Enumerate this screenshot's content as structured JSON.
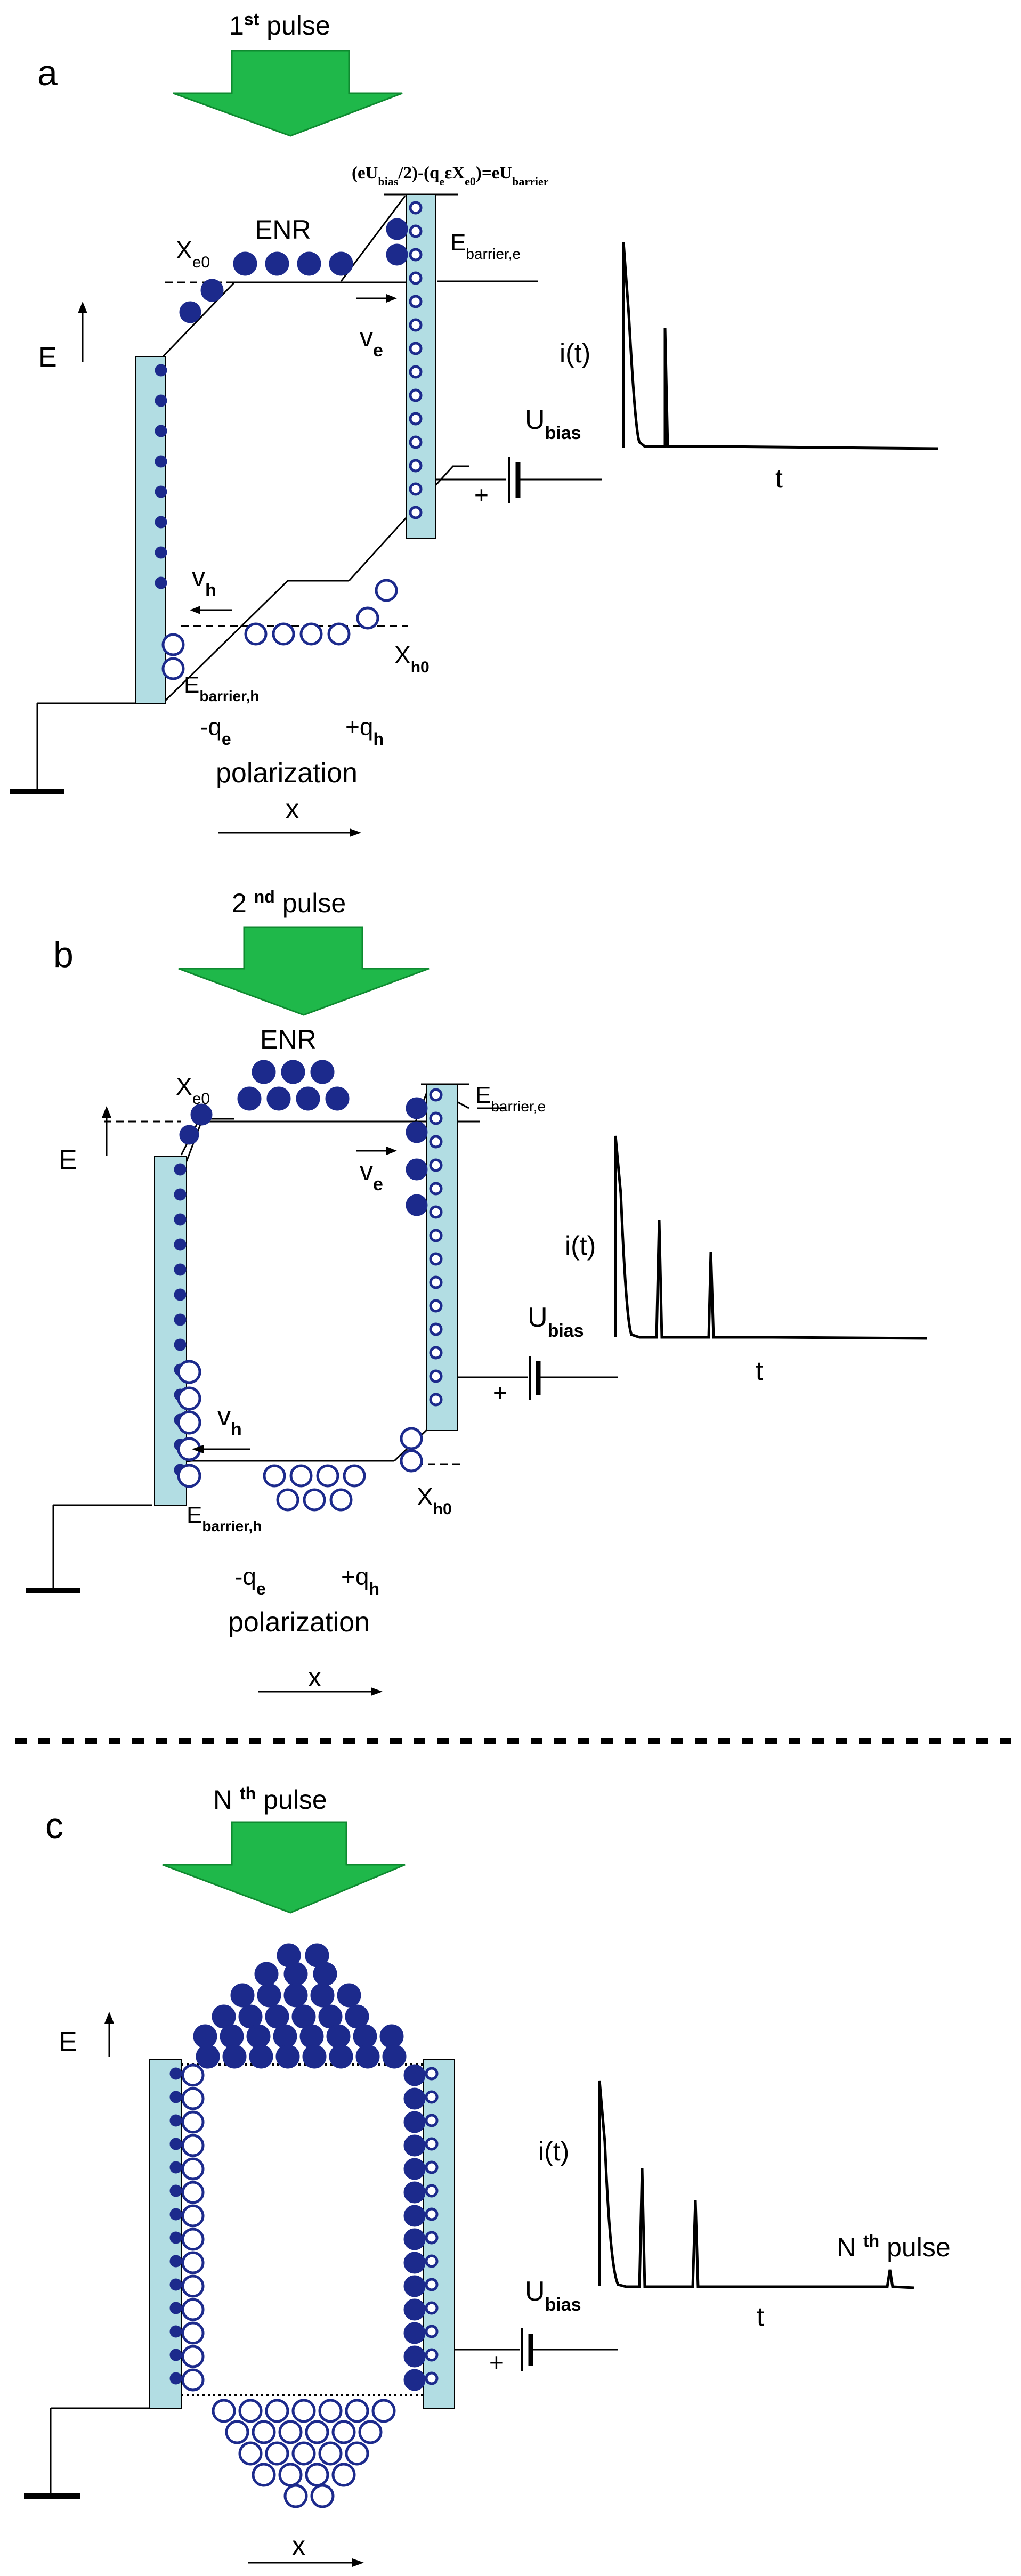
{
  "colors": {
    "bar": "#b2dde3",
    "arrow": "#1fb84a",
    "arrow_edge": "#0f8a30",
    "electron": "#1c2a8c",
    "hole": "#1c2a8c",
    "line": "#000000"
  },
  "panel_a": {
    "letter": "a",
    "pulse_prefix": "1",
    "pulse_sup": "st",
    "pulse_suffix": " pulse",
    "formula": "(eU bias/2)-(q eεX e0)=eU barrier",
    "formula_parts": [
      "(eU",
      "bias",
      "/2)-(q",
      "e",
      "εX",
      "e0",
      ")=eU",
      "barrier"
    ],
    "enr": "ENR",
    "xe0": "X",
    "xe0_sub": "e0",
    "ebarrier_e": "E",
    "ebarrier_e_sub": "barrier,e",
    "ve": "v",
    "ve_sub": "e",
    "E_axis": "E",
    "vh": "v",
    "vh_sub": "h",
    "xh0": "X",
    "xh0_sub": "h0",
    "ebarrier_h": "E",
    "ebarrier_h_sub": "barrier,h",
    "qe": "-q",
    "qe_sub": "e",
    "qh": "+q",
    "qh_sub": "h",
    "polarization": "polarization",
    "x_axis": "x",
    "it": "i(t)",
    "ubias": "U",
    "ubias_sub": "bias",
    "plus": "+",
    "t": "t"
  },
  "panel_b": {
    "letter": "b",
    "pulse_prefix": "2 ",
    "pulse_sup": "nd",
    "pulse_suffix": " pulse",
    "enr": "ENR",
    "xe0": "X",
    "xe0_sub": "e0",
    "ebarrier_e": "E",
    "ebarrier_e_sub": "barrier,e",
    "ve": "v",
    "ve_sub": "e",
    "E_axis": "E",
    "vh": "v",
    "vh_sub": "h",
    "xh0": "X",
    "xh0_sub": "h0",
    "ebarrier_h": "E",
    "ebarrier_h_sub": "barrier,h",
    "qe": "-q",
    "qe_sub": "e",
    "qh": "+q",
    "qh_sub": "h",
    "polarization": "polarization",
    "x_axis": "x",
    "it": "i(t)",
    "ubias": "U",
    "ubias_sub": "bias",
    "plus": "+",
    "t": "t"
  },
  "panel_c": {
    "letter": "c",
    "pulse_prefix": "N ",
    "pulse_sup": "th",
    "pulse_suffix": " pulse",
    "E_axis": "E",
    "x_axis": "x",
    "it": "i(t)",
    "ubias": "U",
    "ubias_sub": "bias",
    "plus": "+",
    "t": "t",
    "nth_prefix": "N ",
    "nth_sup": "th",
    "nth_suffix": " pulse"
  }
}
